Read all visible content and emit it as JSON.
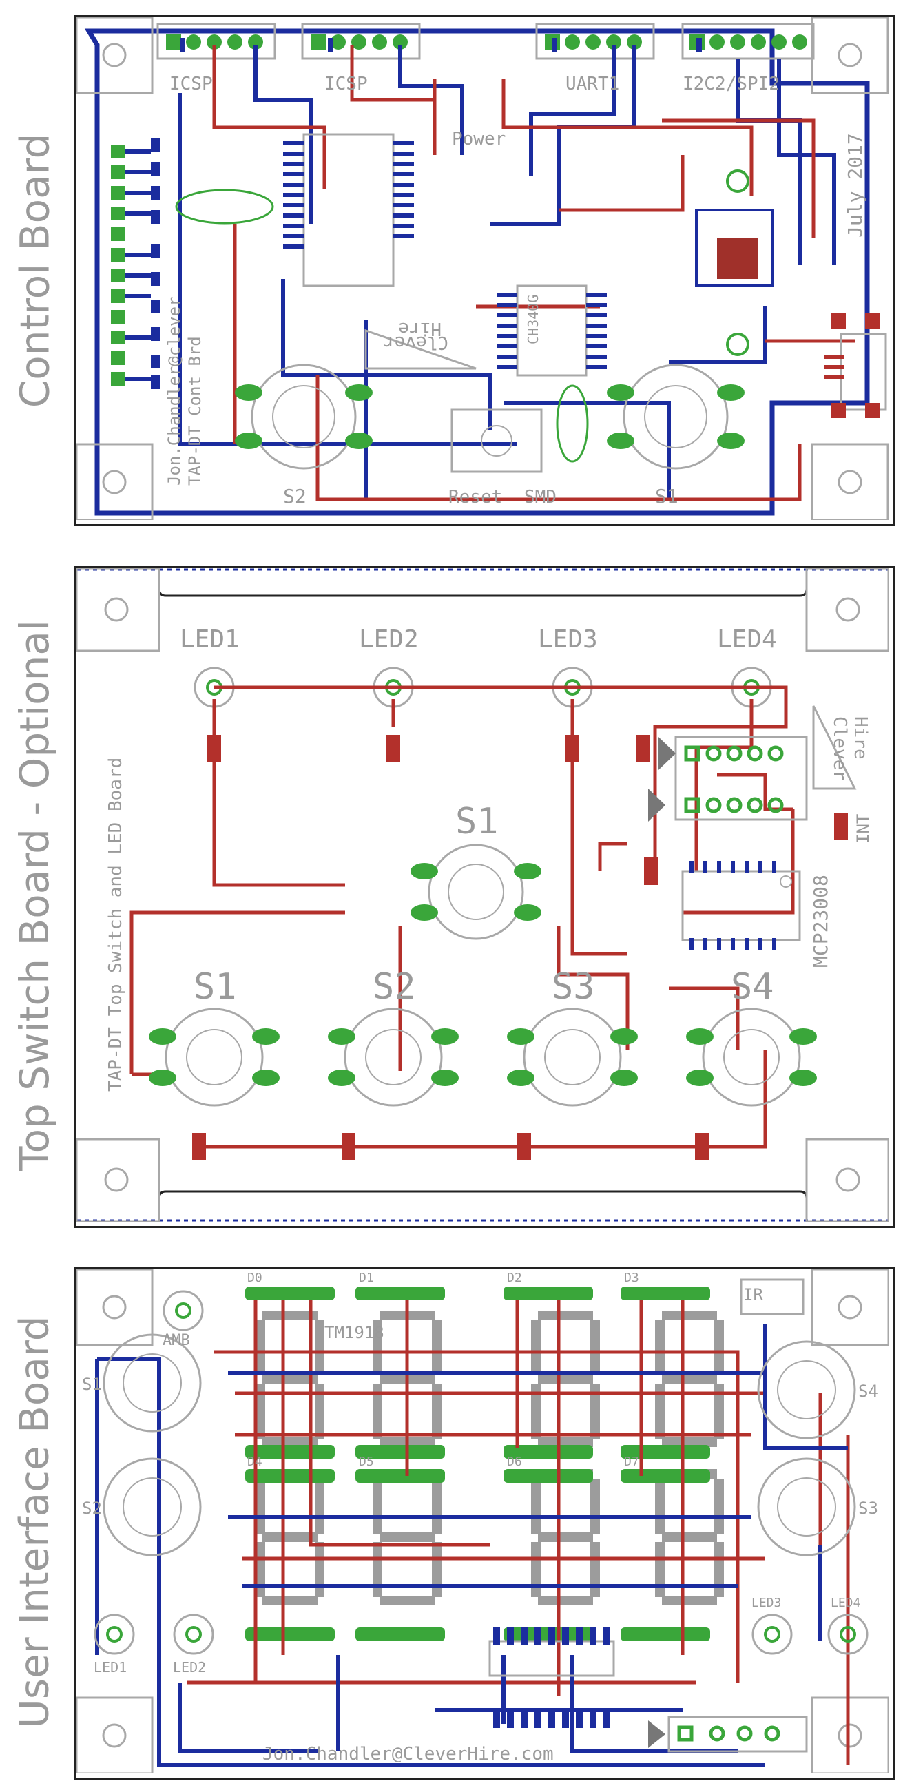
{
  "colors": {
    "top_copper": "#b3302b",
    "bottom_copper": "#1b2c9e",
    "pads": "#3aa63a",
    "silkscreen": "#a8a8a8",
    "outline": "#222222"
  },
  "boards": {
    "control": {
      "title": "Control Board",
      "labels": {
        "header_left": "ICSP",
        "header_mid": "ICSP",
        "header_uart": "UART1",
        "header_i2c": "I2C2/SPI2",
        "power": "Power",
        "date": "July 2017",
        "author": "Jon.Chandler@clever",
        "board_name": "TAP-DT Cont Brd",
        "chip": "CH340G",
        "logo_top": "Clever",
        "logo_bottom": "Hire",
        "reset": "Reset",
        "smd": "SMD",
        "s1": "S1",
        "s2": "S2"
      }
    },
    "top": {
      "title": "Top Switch Board - Optional",
      "labels": {
        "led1": "LED1",
        "led2": "LED2",
        "led3": "LED3",
        "led4": "LED4",
        "s1_center": "S1",
        "s1": "S1",
        "s2": "S2",
        "s3": "S3",
        "s4": "S4",
        "chip": "MCP23008",
        "int": "INT",
        "vertical_text": "TAP-DT Top Switch and LED Board",
        "logo_top": "Clever",
        "logo_bottom": "Hire"
      }
    },
    "ui": {
      "title": "User Interface Board",
      "labels": {
        "d0": "D0",
        "d1": "D1",
        "d2": "D2",
        "d3": "D3",
        "d4": "D4",
        "d5": "D5",
        "d6": "D6",
        "d7": "D7",
        "amb": "AMB",
        "ir": "IR",
        "s1": "S1",
        "s2": "S2",
        "s3": "S3",
        "s4": "S4",
        "led1": "LED1",
        "led2": "LED2",
        "led3": "LED3",
        "led4": "LED4",
        "email": "Jon.Chandler@CleverHire.com",
        "center_mark": "TM1918"
      }
    }
  }
}
